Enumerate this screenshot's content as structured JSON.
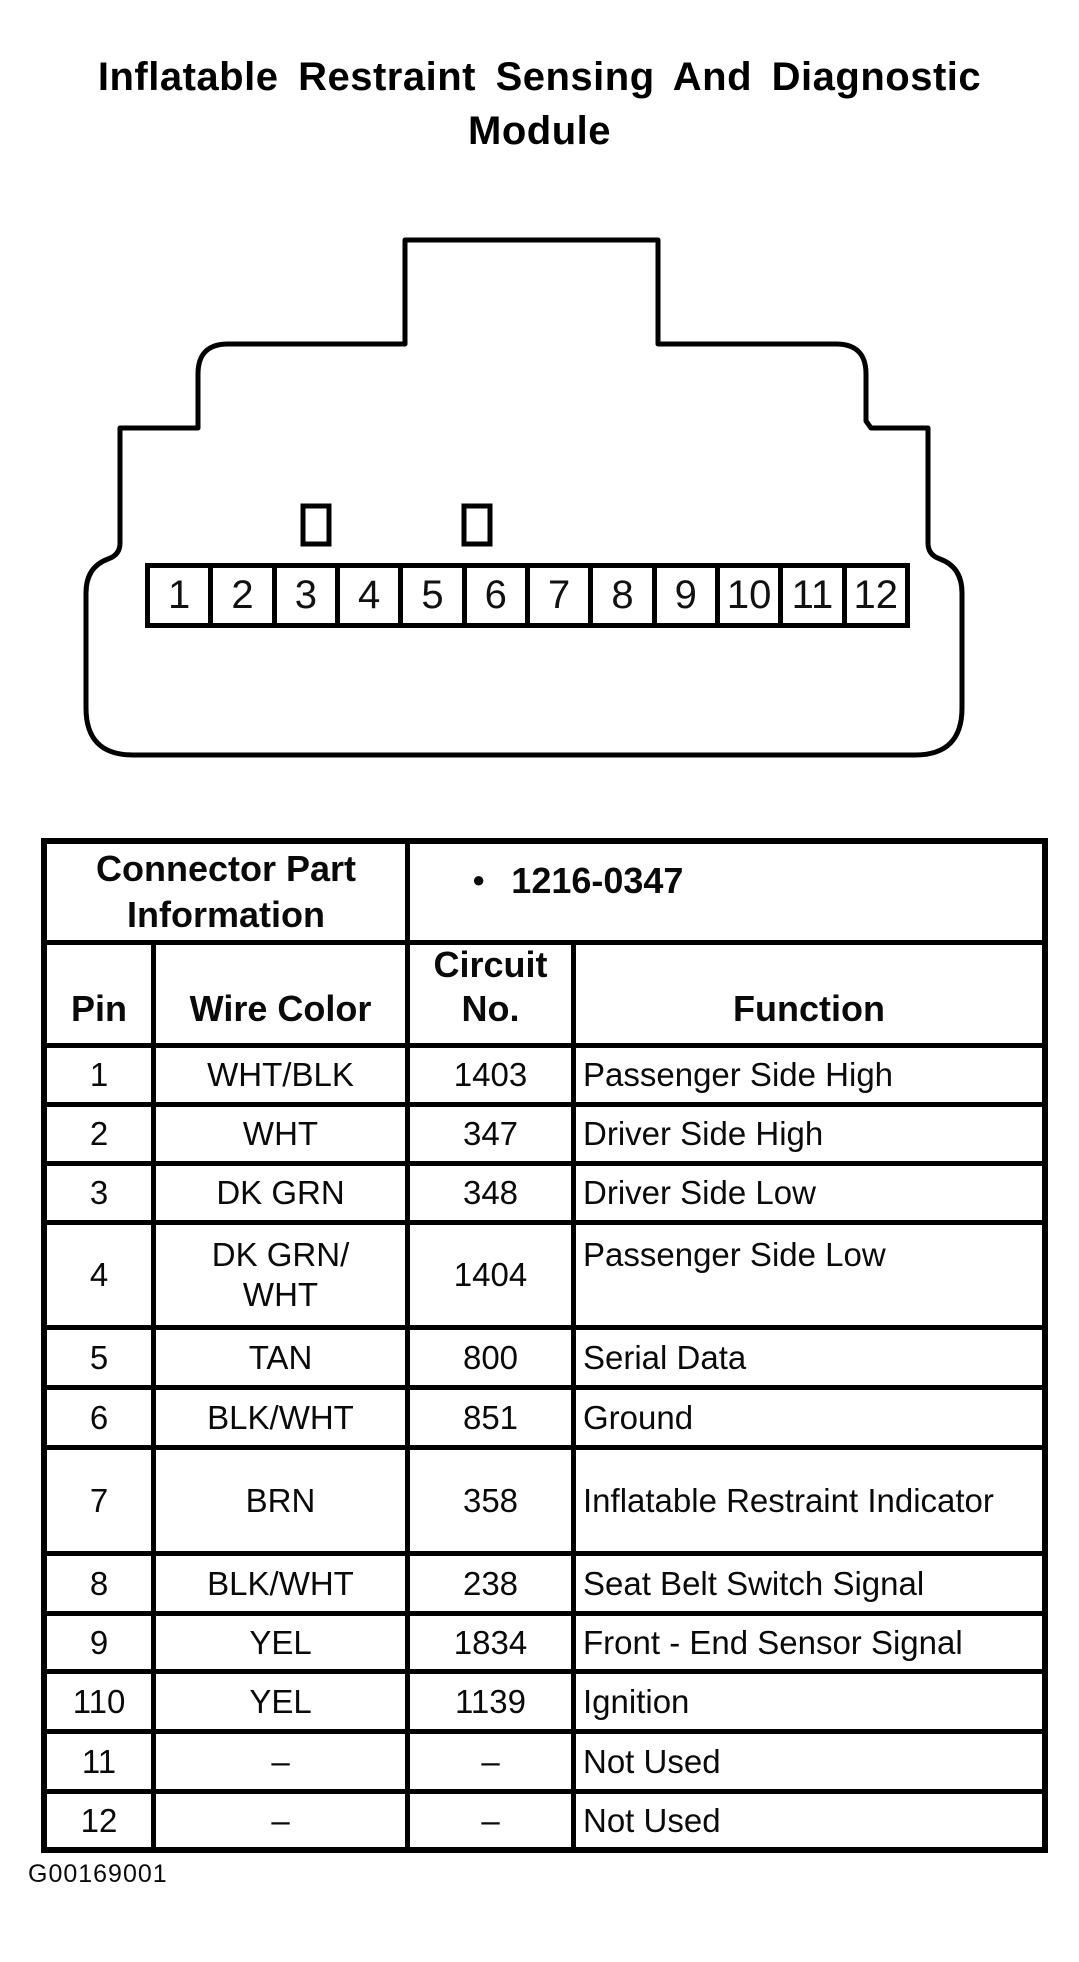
{
  "page": {
    "title_line1": "Inflatable Restraint Sensing And Diagnostic",
    "title_line2": "Module",
    "figure_id": "G00169001"
  },
  "connector": {
    "pins": [
      "1",
      "2",
      "3",
      "4",
      "5",
      "6",
      "7",
      "8",
      "9",
      "10",
      "11",
      "12"
    ]
  },
  "table": {
    "part_info_label": "Connector Part Information",
    "bullet_icon": "●",
    "part_number": "1216-0347",
    "headers": {
      "pin": "Pin",
      "wire_color": "Wire Color",
      "circuit_no": "Circuit No.",
      "function": "Function"
    },
    "rows": [
      {
        "pin": "1",
        "wire_color": "WHT/BLK",
        "circuit_no": "1403",
        "function": "Passenger Side High"
      },
      {
        "pin": "2",
        "wire_color": "WHT",
        "circuit_no": "347",
        "function": "Driver Side High"
      },
      {
        "pin": "3",
        "wire_color": "DK GRN",
        "circuit_no": "348",
        "function": "Driver Side Low"
      },
      {
        "pin": "4",
        "wire_color": "DK GRN/\nWHT",
        "circuit_no": "1404",
        "function": "Passenger Side Low"
      },
      {
        "pin": "5",
        "wire_color": "TAN",
        "circuit_no": "800",
        "function": "Serial Data"
      },
      {
        "pin": "6",
        "wire_color": "BLK/WHT",
        "circuit_no": "851",
        "function": "Ground"
      },
      {
        "pin": "7",
        "wire_color": "BRN",
        "circuit_no": "358",
        "function": "Inflatable Restraint Indicator"
      },
      {
        "pin": "8",
        "wire_color": "BLK/WHT",
        "circuit_no": "238",
        "function": "Seat Belt Switch Signal"
      },
      {
        "pin": "9",
        "wire_color": "YEL",
        "circuit_no": "1834",
        "function": "Front - End Sensor Signal"
      },
      {
        "pin": "110",
        "wire_color": "YEL",
        "circuit_no": "1139",
        "function": "Ignition"
      },
      {
        "pin": "11",
        "wire_color": "–",
        "circuit_no": "–",
        "function": "Not Used"
      },
      {
        "pin": "12",
        "wire_color": "–",
        "circuit_no": "–",
        "function": "Not Used"
      }
    ]
  }
}
